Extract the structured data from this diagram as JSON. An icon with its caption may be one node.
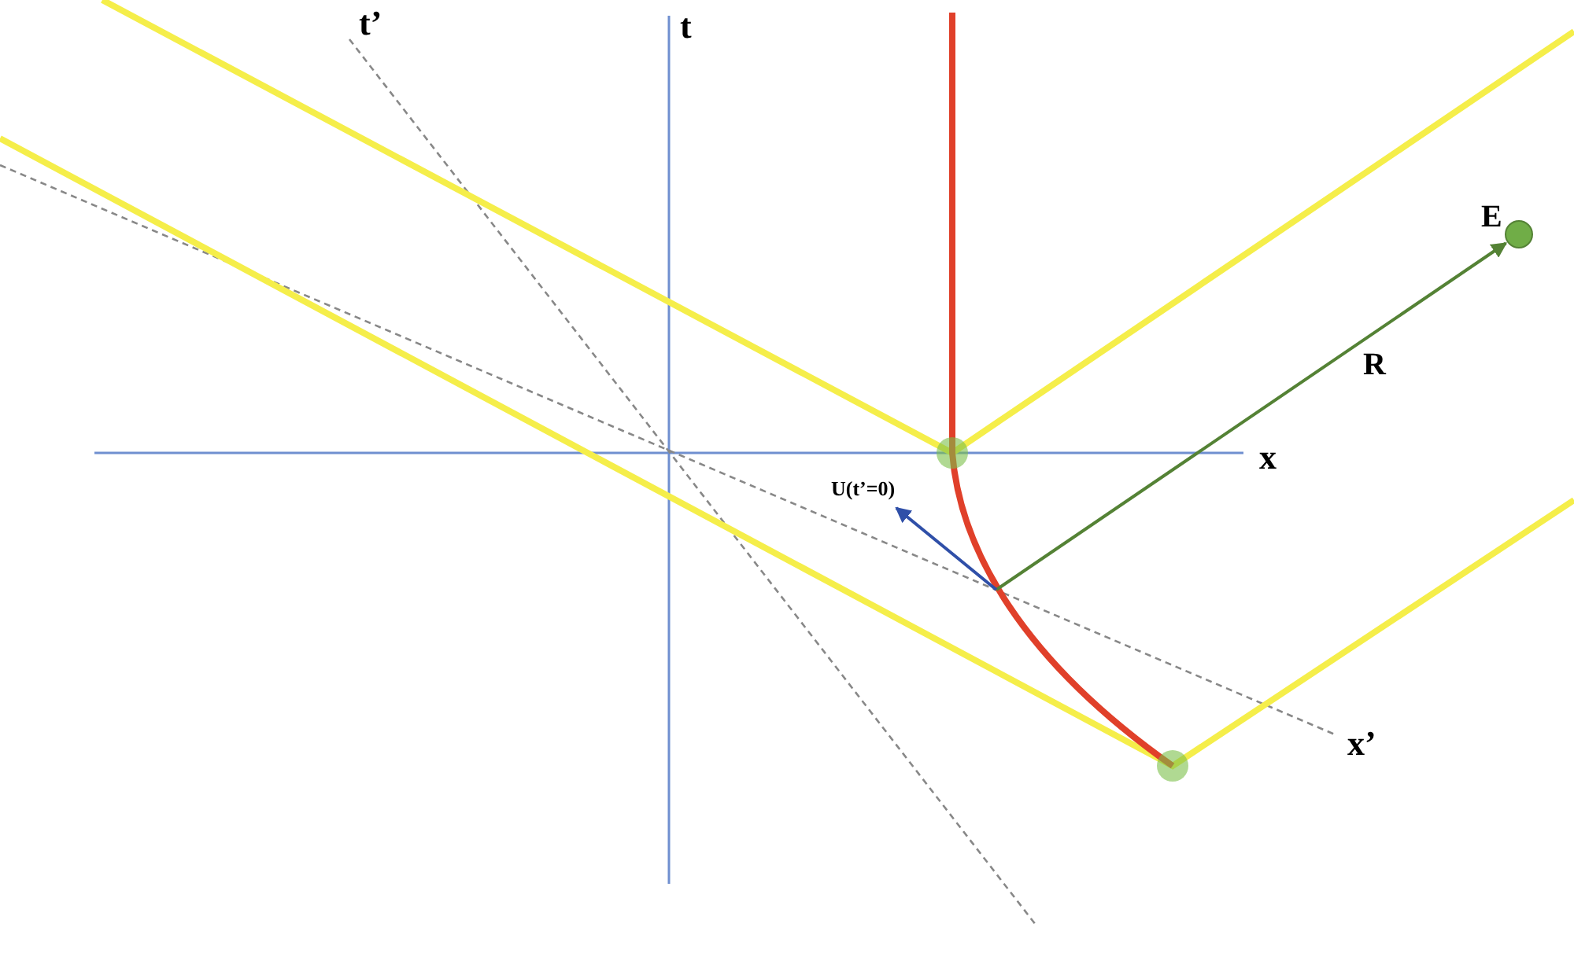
{
  "diagram": {
    "nodes": [
      {
        "text": [],
        "shape": "circle",
        "beside": [
          "E"
        ]
      },
      {
        "text": [
          "U(t’=0)"
        ]
      }
    ],
    "edges": [
      {
        "from": null,
        "to": 0,
        "arrow": "to",
        "label": "R",
        "color": "#548235"
      },
      {
        "from": null,
        "to": 1,
        "arrow": "to",
        "color": "#2f4fa8"
      }
    ],
    "labels": [
      "t’",
      "t",
      "x",
      "x’"
    ]
  }
}
